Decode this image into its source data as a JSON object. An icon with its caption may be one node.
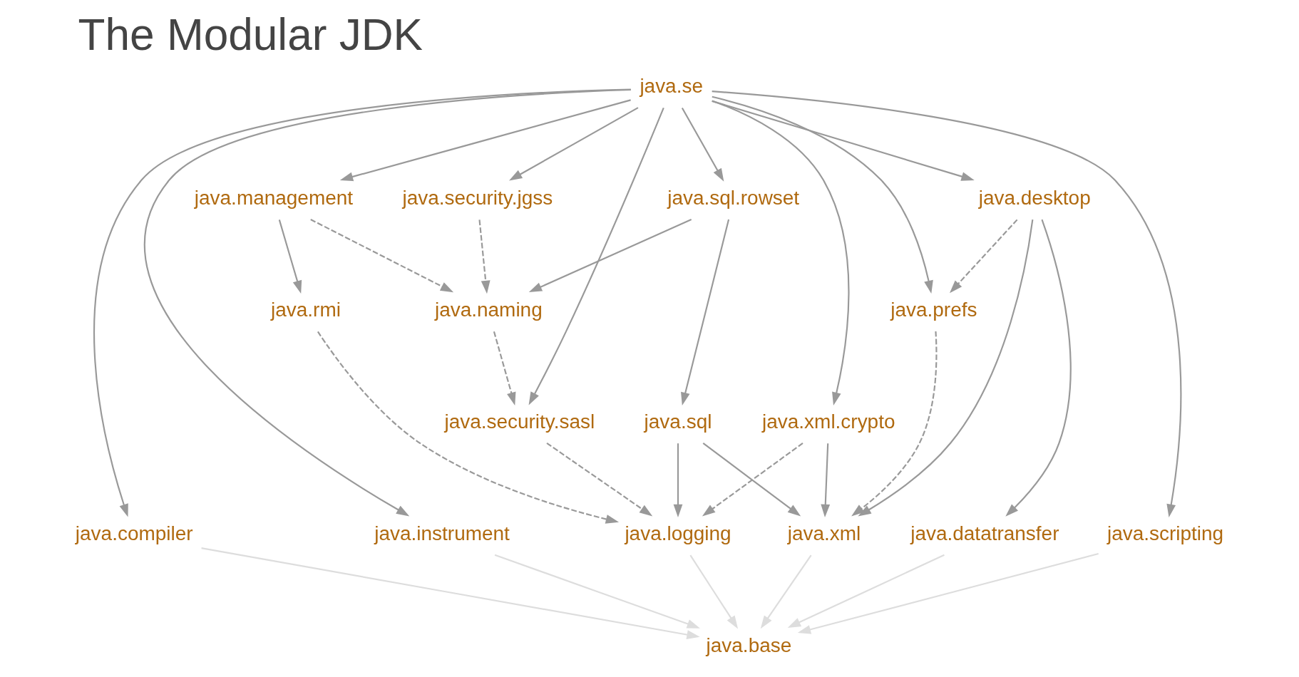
{
  "diagram": {
    "title": "The Modular JDK",
    "nodes": [
      {
        "text": [
          "java.se"
        ]
      },
      {
        "text": [
          "java.management"
        ]
      },
      {
        "text": [
          "java.security.jgss"
        ]
      },
      {
        "text": [
          "java.sql.rowset"
        ]
      },
      {
        "text": [
          "java.desktop"
        ]
      },
      {
        "text": [
          "java.rmi"
        ]
      },
      {
        "text": [
          "java.naming"
        ]
      },
      {
        "text": [
          "java.prefs"
        ]
      },
      {
        "text": [
          "java.security.sasl"
        ]
      },
      {
        "text": [
          "java.sql"
        ]
      },
      {
        "text": [
          "java.xml.crypto"
        ]
      },
      {
        "text": [
          "java.compiler"
        ]
      },
      {
        "text": [
          "java.instrument"
        ]
      },
      {
        "text": [
          "java.logging"
        ]
      },
      {
        "text": [
          "java.xml"
        ]
      },
      {
        "text": [
          "java.datatransfer"
        ]
      },
      {
        "text": [
          "java.scripting"
        ]
      },
      {
        "text": [
          "java.base"
        ]
      }
    ],
    "edges": [
      {
        "from": 0,
        "to": 11,
        "arrow": "to"
      },
      {
        "from": 0,
        "to": 12,
        "arrow": "to"
      },
      {
        "from": 0,
        "to": 1,
        "arrow": "to"
      },
      {
        "from": 0,
        "to": 2,
        "arrow": "to"
      },
      {
        "from": 0,
        "to": 8,
        "arrow": "to"
      },
      {
        "from": 0,
        "to": 3,
        "arrow": "to"
      },
      {
        "from": 0,
        "to": 10,
        "arrow": "to"
      },
      {
        "from": 0,
        "to": 7,
        "arrow": "to"
      },
      {
        "from": 0,
        "to": 4,
        "arrow": "to"
      },
      {
        "from": 0,
        "to": 16,
        "arrow": "to"
      },
      {
        "from": 1,
        "to": 5,
        "arrow": "to"
      },
      {
        "from": 1,
        "to": 6,
        "arrow": "to",
        "style": "dashed"
      },
      {
        "from": 2,
        "to": 6,
        "arrow": "to",
        "style": "dashed"
      },
      {
        "from": 3,
        "to": 6,
        "arrow": "to"
      },
      {
        "from": 3,
        "to": 9,
        "arrow": "to"
      },
      {
        "from": 4,
        "to": 7,
        "arrow": "to",
        "style": "dashed"
      },
      {
        "from": 4,
        "to": 14,
        "arrow": "to"
      },
      {
        "from": 4,
        "to": 15,
        "arrow": "to"
      },
      {
        "from": 5,
        "to": 13,
        "arrow": "to",
        "style": "dashed"
      },
      {
        "from": 6,
        "to": 8,
        "arrow": "to",
        "style": "dashed"
      },
      {
        "from": 7,
        "to": 14,
        "arrow": "to",
        "style": "dashed"
      },
      {
        "from": 8,
        "to": 13,
        "arrow": "to",
        "style": "dashed"
      },
      {
        "from": 9,
        "to": 13,
        "arrow": "to"
      },
      {
        "from": 9,
        "to": 14,
        "arrow": "to"
      },
      {
        "from": 10,
        "to": 13,
        "arrow": "to",
        "style": "dashed"
      },
      {
        "from": 10,
        "to": 14,
        "arrow": "to"
      },
      {
        "from": 11,
        "to": 17,
        "arrow": "to",
        "color": "#dddddd"
      },
      {
        "from": 12,
        "to": 17,
        "arrow": "to",
        "color": "#dddddd"
      },
      {
        "from": 13,
        "to": 17,
        "arrow": "to",
        "color": "#dddddd"
      },
      {
        "from": 14,
        "to": 17,
        "arrow": "to",
        "color": "#dddddd"
      },
      {
        "from": 15,
        "to": 17,
        "arrow": "to",
        "color": "#dddddd"
      },
      {
        "from": 16,
        "to": 17,
        "arrow": "to",
        "color": "#dddddd"
      }
    ]
  }
}
